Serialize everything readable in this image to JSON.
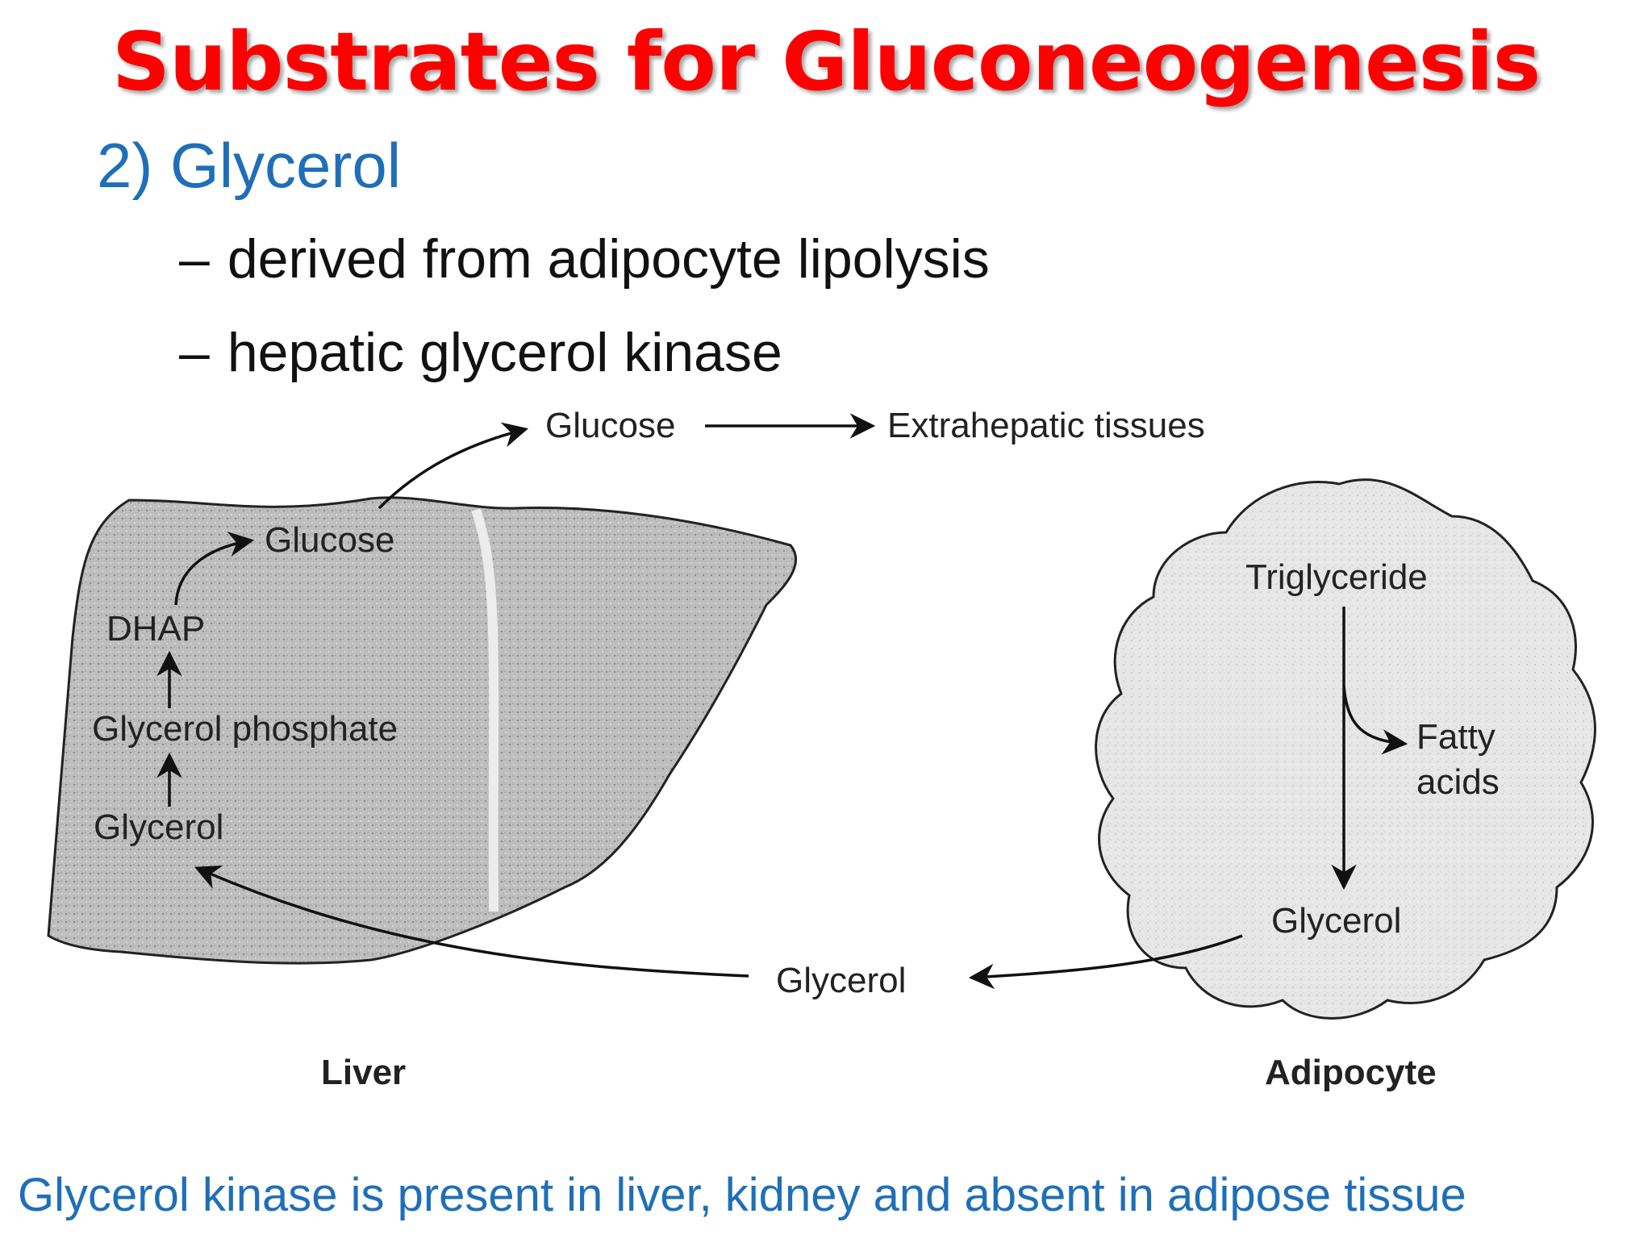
{
  "slide": {
    "title": "Substrates for Gluconeogenesis",
    "subheading": "2) Glycerol",
    "bullets": [
      {
        "dash": "–",
        "text": "derived from adipocyte lipolysis"
      },
      {
        "dash": "–",
        "text": "hepatic glycerol kinase"
      }
    ],
    "footer_note": "Glycerol kinase is present in liver, kidney and  absent in adipose tissue"
  },
  "diagram": {
    "top_flow": {
      "glucose": "Glucose",
      "target": "Extrahepatic tissues"
    },
    "liver": {
      "caption": "Liver",
      "steps": [
        "Glucose",
        "DHAP",
        "Glycerol phosphate",
        "Glycerol"
      ]
    },
    "adipocyte": {
      "caption": "Adipocyte",
      "triglyceride": "Triglyceride",
      "fatty_acids_line1": "Fatty",
      "fatty_acids_line2": "acids",
      "glycerol": "Glycerol"
    },
    "transport_label": "Glycerol"
  },
  "colors": {
    "title": "#ff0000",
    "subheading": "#1f6fb8",
    "footer": "#1f6fb8",
    "organ_fill": "#bdbdbd",
    "adipocyte_fill": "#e6e6e6"
  }
}
